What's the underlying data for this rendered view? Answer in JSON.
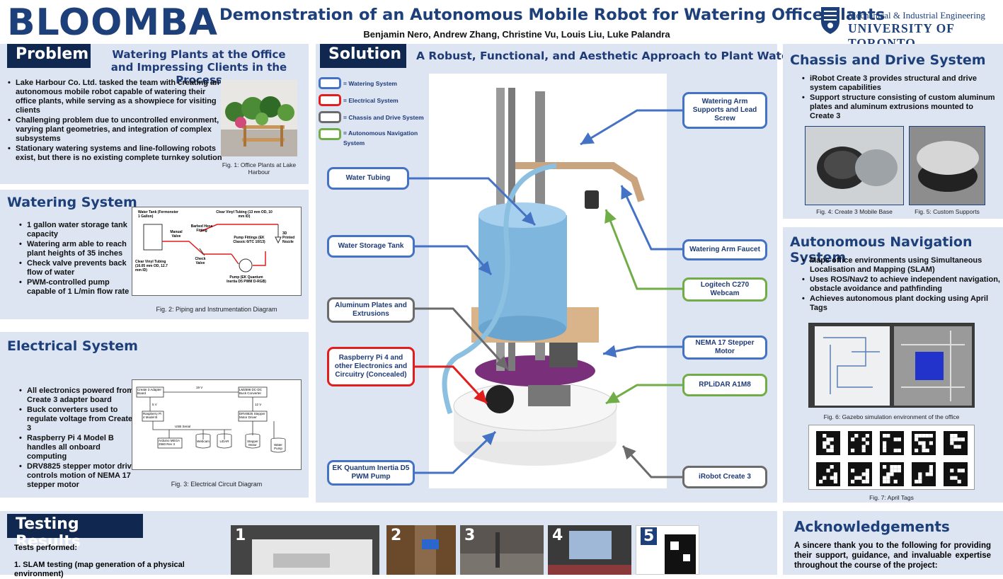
{
  "header": {
    "logo_text": "BLOOMBA",
    "title": "Demonstration of an Autonomous Mobile Robot for Watering Office Plants",
    "authors": "Benjamin Nero, Andrew Zhang, Christine Vu, Louis Liu, Luke Palandra",
    "dept": "Mechanical & Industrial Engineering",
    "university": "UNIVERSITY OF TORONTO"
  },
  "problem": {
    "header": "Problem",
    "subtitle": "Watering Plants at the Office and Impressing Clients in the Process",
    "bullets": [
      "Lake Harbour Co. Ltd. tasked the team with creating an autonomous mobile robot capable of watering their office plants, while serving as a showpiece for visiting clients",
      "Challenging problem due to uncontrolled environment, varying plant geometries, and integration of complex subsystems",
      "Stationary watering systems and line-following robots exist, but there is no existing complete turnkey solution"
    ],
    "fig_caption": "Fig. 1: Office Plants at Lake Harbour"
  },
  "watering": {
    "title": "Watering System",
    "bullets": [
      "1 gallon water storage tank capacity",
      "Watering arm able to reach plant heights of 35 inches",
      "Check valve prevents back flow of water",
      "PWM-controlled pump capable of 1 L/min flow rate"
    ],
    "fig_caption": "Fig. 2: Piping and Instrumentation Diagram",
    "diagram": {
      "water_tank": "Water Tank (Fermonster 1 Gallon)",
      "manual_valve": "Manual Valve",
      "barbed": "Barbed Hose Fitting",
      "clear_vinyl_top": "Clear Vinyl Tubing (13 mm OD, 10 mm ID)",
      "nozzle": "3D Printed Nozzle",
      "pump_fittings": "Pump Fittings (EK Classic 6/TC 10/13)",
      "check_valve": "Check Valve",
      "clear_vinyl_left": "Clear Vinyl Tubing (16.05 mm OD, 12.7 mm ID)",
      "pump": "Pump (EK Quantum Inertia D5 PWM D-RGB)"
    }
  },
  "electrical": {
    "title": "Electrical System",
    "bullets": [
      "All electronics powered from Create 3 adapter board",
      "Buck converters used to regulate voltage from Create 3",
      "Raspberry Pi 4 Model B handles all onboard computing",
      "DRV8825 stepper motor drive controls motion of NEMA 17 stepper motor"
    ],
    "fig_caption": "Fig. 3: Electrical Circuit Diagram",
    "diagram": {
      "adapter": "Create 3 Adapter Board",
      "buck": "LM2596 DC-DC Buck Converter",
      "rpi": "Raspberry Pi 4 Model B",
      "driver": "DRV8825 Stepper Motor Driver",
      "arduino": "Arduino MEGA 2560 Rev 3",
      "webcam": "Webcam",
      "lidar": "LiDAR",
      "stepper": "Stepper Motor",
      "pump": "Water Pump",
      "v19": "19 V",
      "v5": "5 V",
      "v12": "12 V",
      "usb": "USB Serial"
    }
  },
  "solution": {
    "header": "Solution",
    "subtitle": "A Robust, Functional, and Aesthetic Approach to Plant Watering",
    "legend": [
      {
        "label": "= Watering System",
        "color": "#4472c4"
      },
      {
        "label": "= Electrical System",
        "color": "#e21d1d"
      },
      {
        "label": "= Chassis and Drive System",
        "color": "#6b6b6b"
      },
      {
        "label": "= Autonomous Navigation System",
        "color": "#70ad47"
      }
    ],
    "callouts": {
      "water_tubing": "Water Tubing",
      "water_tank": "Water Storage Tank",
      "alu_plates": "Aluminum Plates and Extrusions",
      "rpi": "Raspberry Pi 4 and other Electronics and Circuitry (Concealed)",
      "pump": "EK Quantum Inertia D5 PWM Pump",
      "arm_supports": "Watering Arm Supports and Lead Screw",
      "faucet": "Watering Arm Faucet",
      "webcam": "Logitech C270 Webcam",
      "stepper": "NEMA 17 Stepper Motor",
      "rplidar": "RPLiDAR A1M8",
      "create3": "iRobot Create 3"
    }
  },
  "chassis": {
    "title": "Chassis and Drive System",
    "bullets": [
      "iRobot Create 3 provides structural and drive system capabilities",
      "Support structure consisting of custom aluminum plates and aluminum extrusions mounted to Create 3"
    ],
    "fig4": "Fig. 4: Create 3 Mobile Base",
    "fig5": "Fig. 5: Custom Supports"
  },
  "navigation": {
    "title": "Autonomous Navigation System",
    "bullets": [
      "Maps office environments using Simultaneous Localisation and Mapping (SLAM)",
      "Uses ROS/Nav2 to achieve independent navigation, obstacle avoidance and pathfinding",
      "Achieves autonomous plant docking using April Tags"
    ],
    "fig6": "Fig. 6: Gazebo simulation environment of the office",
    "fig7": "Fig. 7: April Tags"
  },
  "testing": {
    "header": "Testing Results",
    "intro": "Tests performed:",
    "items": [
      "1.  SLAM testing (map generation of a physical environment)"
    ],
    "photo_numbers": [
      "1",
      "2",
      "3",
      "4",
      "5"
    ]
  },
  "ack": {
    "title": "Acknowledgements",
    "text": "A sincere thank you to the following for providing their support, guidance, and invaluable expertise throughout the course of the project:"
  },
  "colors": {
    "navy": "#10284f",
    "panel": "#dde5f3",
    "heading": "#1d3f7a"
  }
}
